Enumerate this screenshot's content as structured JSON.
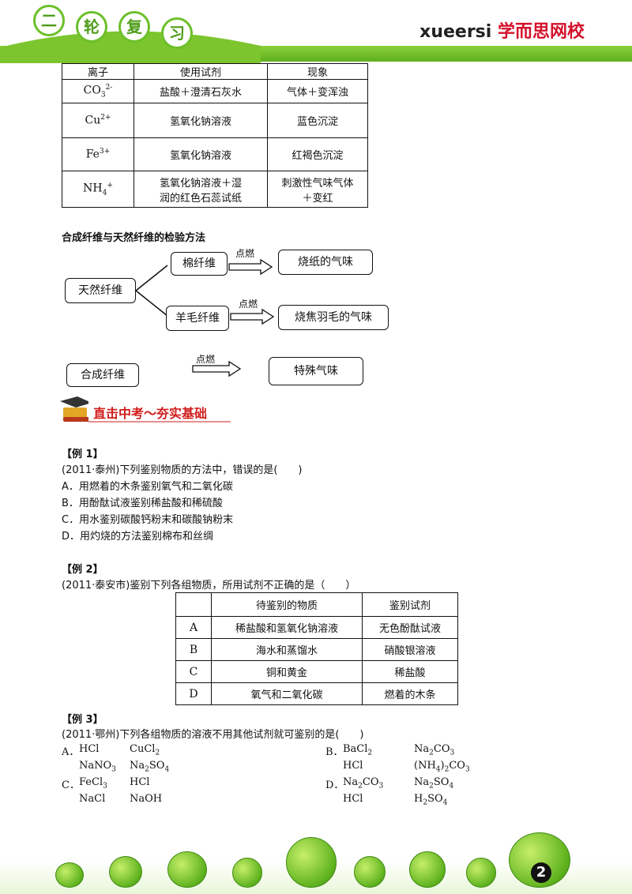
{
  "header": {
    "badges": [
      "二",
      "轮",
      "复",
      "习"
    ],
    "brand_latin": "xueersi",
    "brand_cn": "学而思网校"
  },
  "ion_table": {
    "headers": [
      "离子",
      "使用试剂",
      "现象"
    ],
    "rows": [
      {
        "ion": "CO",
        "ion_sub": "3",
        "ion_sup": "2-",
        "reagent": [
          "盐酸＋澄清石灰水"
        ],
        "phenomenon": [
          "气体＋变浑浊"
        ]
      },
      {
        "ion": "Cu",
        "ion_sub": "",
        "ion_sup": "2+",
        "reagent": [
          "氢氧化钠溶液"
        ],
        "phenomenon": [
          "蓝色沉淀"
        ]
      },
      {
        "ion": "Fe",
        "ion_sub": "",
        "ion_sup": "3+",
        "reagent": [
          "氢氧化钠溶液"
        ],
        "phenomenon": [
          "红褐色沉淀"
        ]
      },
      {
        "ion": "NH",
        "ion_sub": "4",
        "ion_sup": "+",
        "reagent": [
          "氢氧化钠溶液＋湿",
          "润的红色石蕊试纸"
        ],
        "phenomenon": [
          "刺激性气味气体",
          "＋变红"
        ]
      }
    ]
  },
  "fiber_section": {
    "title": "合成纤维与天然纤维的检验方法",
    "natural": "天然纤维",
    "cotton": "棉纤维",
    "wool": "羊毛纤维",
    "synthetic": "合成纤维",
    "ignite": "点燃",
    "cotton_result": "烧纸的气味",
    "wool_result": "烧焦羽毛的气味",
    "synthetic_result": "特殊气味"
  },
  "banner": "直击中考～夯实基础",
  "example1": {
    "label": "【例 1】",
    "question": "(2011·泰州)下列鉴别物质的方法中，错误的是(　　)",
    "options": [
      "A．用燃着的木条鉴别氧气和二氧化碳",
      "B．用酚酞试液鉴别稀盐酸和稀硫酸",
      "C．用水鉴别碳酸钙粉末和碳酸钠粉末",
      "D．用灼烧的方法鉴别棉布和丝绸"
    ]
  },
  "example2": {
    "label": "【例 2】",
    "question": "(2011·泰安市)鉴别下列各组物质，所用试剂不正确的是（　　）",
    "headers": [
      "",
      "待鉴别的物质",
      "鉴别试剂"
    ],
    "rows": [
      [
        "A",
        "稀盐酸和氢氧化钠溶液",
        "无色酚酞试液"
      ],
      [
        "B",
        "海水和蒸馏水",
        "硝酸银溶液"
      ],
      [
        "C",
        "铜和黄金",
        "稀盐酸"
      ],
      [
        "D",
        "氧气和二氧化碳",
        "燃着的木条"
      ]
    ]
  },
  "example3": {
    "label": "【例 3】",
    "question": "(2011·鄂州)下列各组物质的溶液不用其他试剂就可鉴别的是(　　)",
    "A": {
      "letter": "A．",
      "items": [
        [
          "HCl",
          ""
        ],
        [
          "CuCl",
          "2"
        ],
        [
          "NaNO",
          "3"
        ],
        [
          "Na",
          "2",
          "SO",
          "4"
        ]
      ]
    },
    "text_A1": "HCl",
    "text_A2": "CuCl",
    "text_A3": "NaNO",
    "text_A4": "Na",
    "B_letter": "B．",
    "C_letter": "C．",
    "D_letter": "D．"
  },
  "footer": {
    "page_number": "2"
  }
}
